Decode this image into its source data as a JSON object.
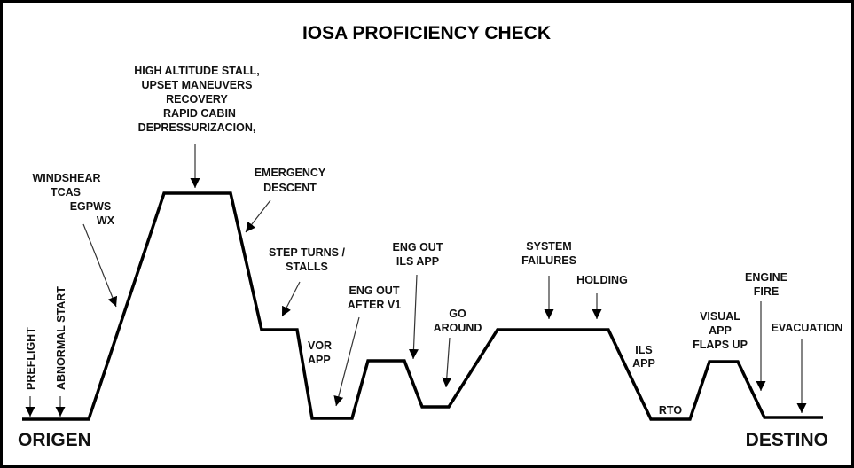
{
  "title": "IOSA PROFICIENCY CHECK",
  "endpoints": {
    "origin": "ORIGEN",
    "destination": "DESTINO"
  },
  "colors": {
    "line": "#000000",
    "text": "#111111",
    "background": "#ffffff"
  },
  "phases": [
    {
      "id": "preflight",
      "lines": [
        "PREFLIGHT"
      ],
      "rotated": true
    },
    {
      "id": "abnormal-start",
      "lines": [
        "ABNORMAL START"
      ],
      "rotated": true
    },
    {
      "id": "windshear",
      "lines": [
        "WINDSHEAR",
        "TCAS",
        "EGPWS",
        "WX"
      ]
    },
    {
      "id": "high-altitude",
      "lines": [
        "HIGH ALTITUDE STALL,",
        "UPSET MANEUVERS",
        "RECOVERY",
        "RAPID CABIN",
        "DEPRESSURIZACION,"
      ]
    },
    {
      "id": "emergency-descent",
      "lines": [
        "EMERGENCY",
        "DESCENT"
      ]
    },
    {
      "id": "step-turns",
      "lines": [
        "STEP TURNS /",
        "STALLS"
      ]
    },
    {
      "id": "vor-app",
      "lines": [
        "VOR",
        "APP"
      ]
    },
    {
      "id": "eng-out-after-v1",
      "lines": [
        "ENG OUT",
        "AFTER V1"
      ]
    },
    {
      "id": "eng-out-ils",
      "lines": [
        "ENG OUT",
        "ILS APP"
      ]
    },
    {
      "id": "go-around",
      "lines": [
        "GO",
        "AROUND"
      ]
    },
    {
      "id": "system-failures",
      "lines": [
        "SYSTEM",
        "FAILURES"
      ]
    },
    {
      "id": "holding",
      "lines": [
        "HOLDING"
      ]
    },
    {
      "id": "ils-app",
      "lines": [
        "ILS",
        "APP"
      ]
    },
    {
      "id": "rto",
      "lines": [
        "RTO"
      ]
    },
    {
      "id": "visual-app",
      "lines": [
        "VISUAL",
        "APP",
        "FLAPS UP"
      ]
    },
    {
      "id": "engine-fire",
      "lines": [
        "ENGINE",
        "FIRE"
      ]
    },
    {
      "id": "evacuation",
      "lines": [
        "EVACUATION"
      ]
    }
  ]
}
